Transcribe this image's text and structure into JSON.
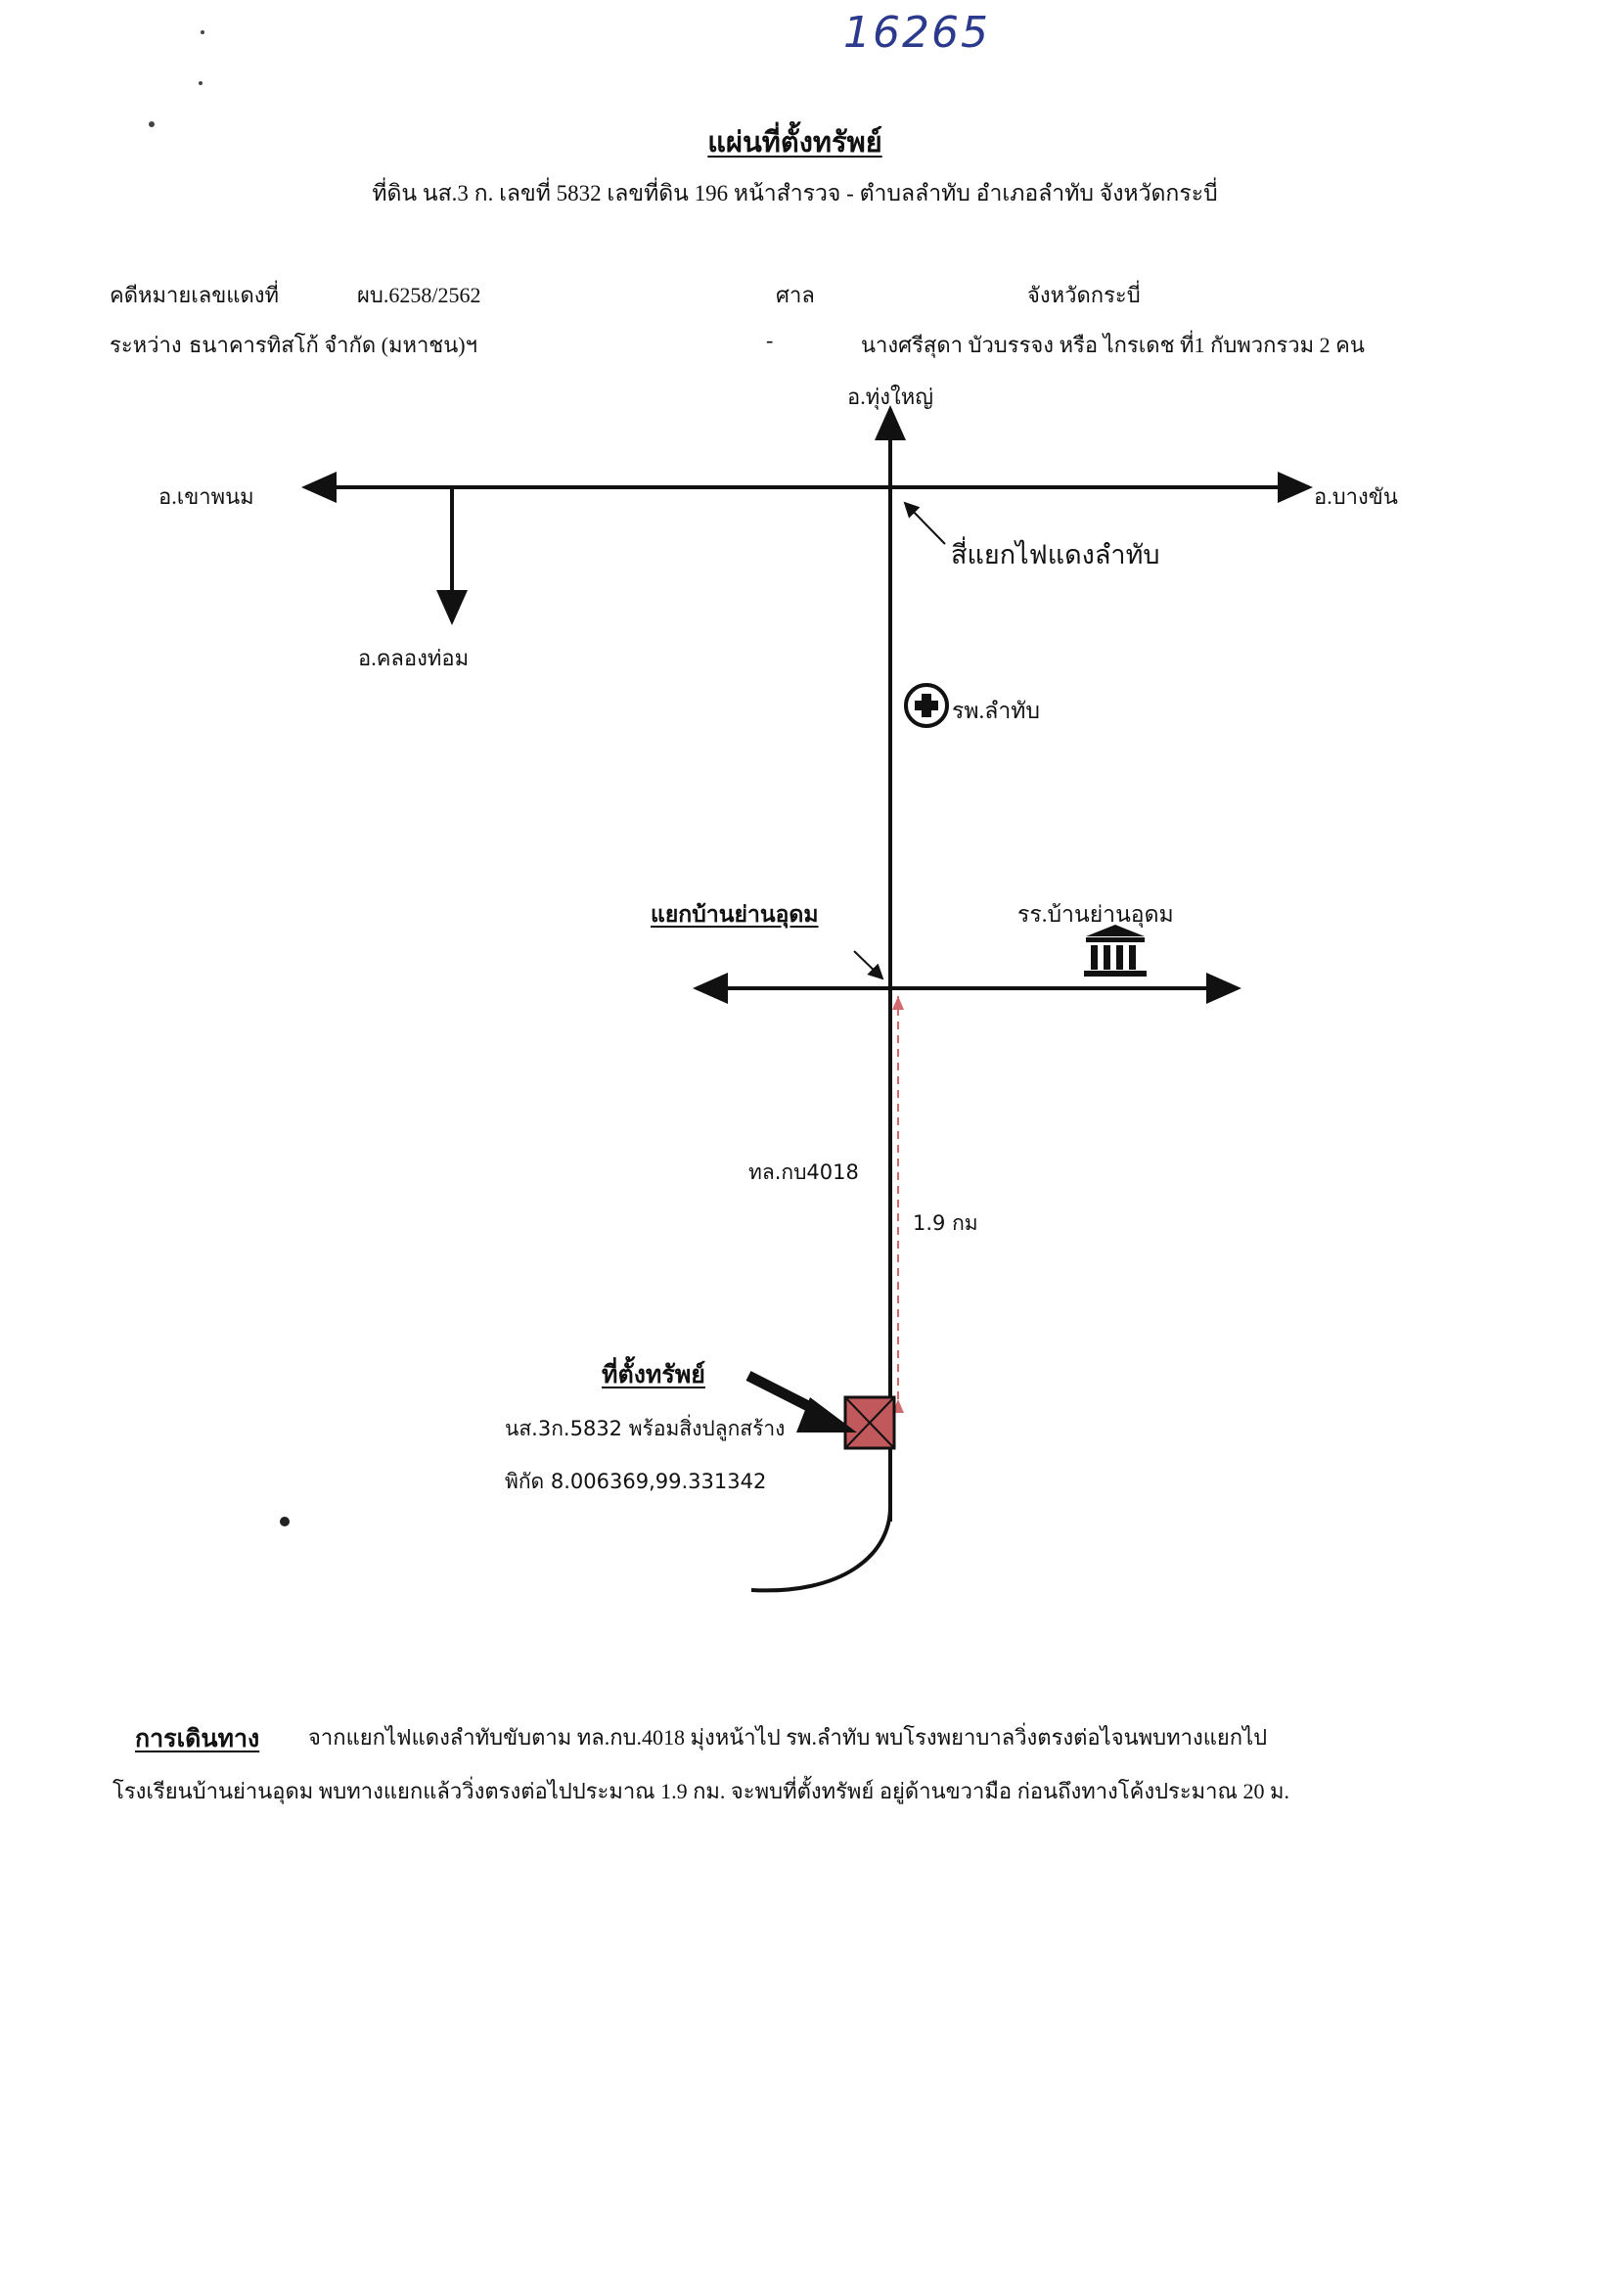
{
  "stamp_number": "16265",
  "title": "แผ่นที่ตั้งทรัพย์",
  "subtitle": "ที่ดิน นส.3 ก. เลขที่ 5832 เลขที่ดิน 196 หน้าสำรวจ - ตำบลลำทับ อำเภอลำทับ จังหวัดกระบี่",
  "case": {
    "case_label": "คดีหมายเลขแดงที่",
    "case_value": "ผบ.6258/2562",
    "court_label": "ศาล",
    "court_value": "จังหวัดกระบี่",
    "between_label": "ระหว่าง",
    "plaintiff": "ธนาคารทิสโก้ จำกัด (มหาชน)ฯ",
    "dash": "-",
    "defendant": "นางศรีสุดา บัวบรรจง หรือ ไกรเดช ที่1 กับพวกรวม 2 คน"
  },
  "map": {
    "north_label": "อ.ทุ่งใหญ่",
    "west_label": "อ.เขาพนม",
    "east_label": "อ.บางขัน",
    "branch_south_label": "อ.คลองท่อม",
    "intersection_label": "สี่แยกไฟแดงลำทับ",
    "hospital_label": "รพ.ลำทับ",
    "junction_label": "แยกบ้านย่านอุดม",
    "school_label": "รร.บ้านย่านอุดม",
    "road_label": "ทล.กบ4018",
    "distance_label": "1.9 กม",
    "property_title": "ที่ตั้งทรัพย์",
    "property_desc": "นส.3ก.5832 พร้อมสิ่งปลูกสร้าง",
    "coordinates": "พิกัด 8.006369,99.331342",
    "property_color": "#c0585c"
  },
  "directions": {
    "heading": "การเดินทาง",
    "line1": "จากแยกไฟแดงลำทับขับตาม ทล.กบ.4018 มุ่งหน้าไป รพ.ลำทับ พบโรงพยาบาลวิ่งตรงต่อไจนพบทางแยกไป",
    "line2": "โรงเรียนบ้านย่านอุดม พบทางแยกแล้ววิ่งตรงต่อไปประมาณ 1.9 กม. จะพบที่ตั้งทรัพย์ อยู่ด้านขวามือ ก่อนถึงทางโค้งประมาณ 20 ม."
  }
}
